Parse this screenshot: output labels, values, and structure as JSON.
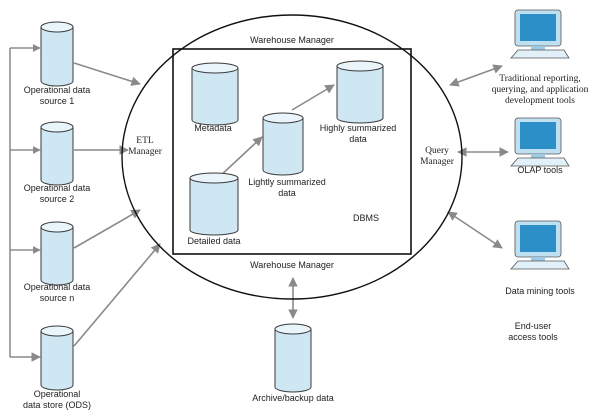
{
  "diagram": {
    "warehouse_manager_top": "Warehouse Manager",
    "warehouse_manager_bottom": "Warehouse Manager",
    "etl_manager": [
      "ETL",
      "Manager"
    ],
    "query_manager": [
      "Query",
      "Manager"
    ],
    "dbms": "DBMS",
    "sources": [
      {
        "lines": [
          "Operational data",
          "source 1"
        ]
      },
      {
        "lines": [
          "Operational data",
          "source 2"
        ]
      },
      {
        "lines": [
          "Operational data",
          "source n"
        ]
      },
      {
        "lines": [
          "Operational",
          "data store (ODS)"
        ]
      }
    ],
    "stores": {
      "metadata": [
        "Metadata"
      ],
      "detailed": [
        "Detailed data"
      ],
      "lightly": [
        "Lightly summarized",
        "data"
      ],
      "highly": [
        "Highly summarized",
        "data"
      ]
    },
    "archive": [
      "Archive/backup data"
    ],
    "tools": [
      {
        "lines": [
          "Traditional reporting,",
          "querying, and application",
          "development tools"
        ]
      },
      {
        "lines": [
          "OLAP tools"
        ]
      },
      {
        "lines": [
          "Data mining tools"
        ]
      }
    ],
    "end_user": [
      "End-user",
      "access tools"
    ]
  },
  "colors": {
    "cylinder_fill": "#cfe6f3",
    "cylinder_top": "#e9f5fb",
    "cylinder_stroke": "#3a3a3a",
    "arrow": "#8a8a8a",
    "monitor_frame": "#bfe0f0",
    "monitor_screen": "#2c8fc7",
    "line": "#111111"
  }
}
